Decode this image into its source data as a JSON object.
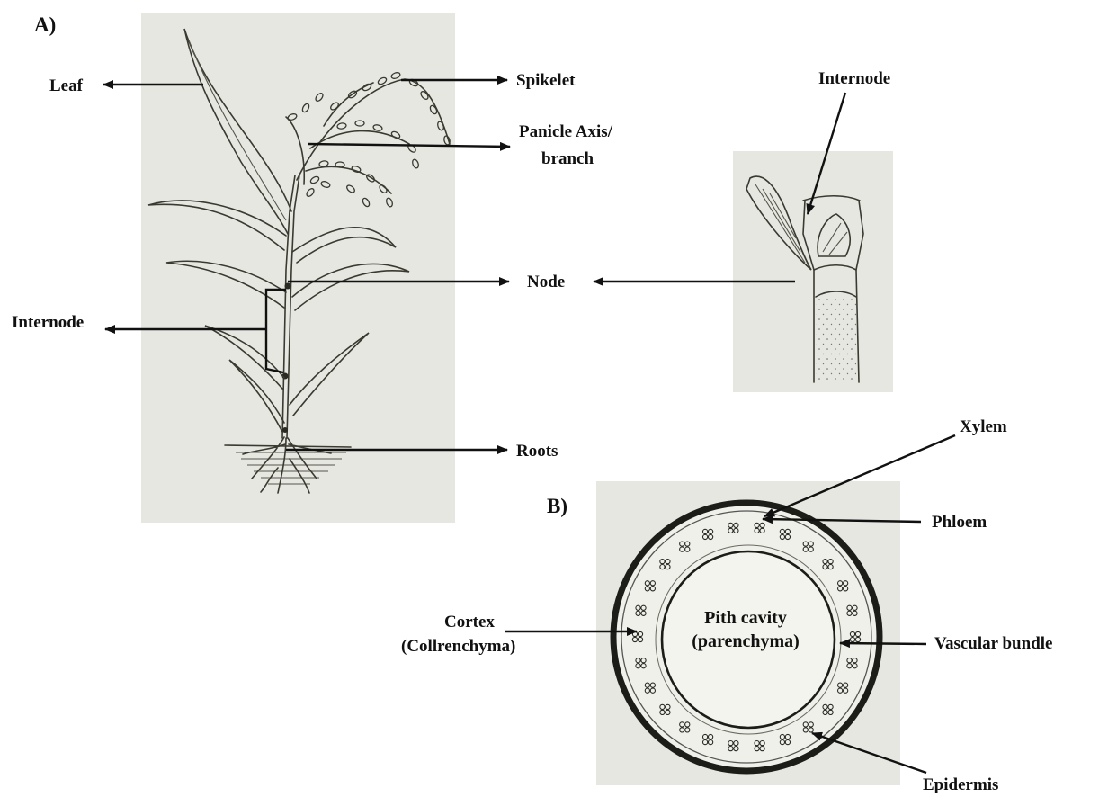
{
  "panels": {
    "a": "A)",
    "b": "B)"
  },
  "labels": {
    "leaf": "Leaf",
    "spikelet": "Spikelet",
    "panicle_line1": "Panicle Axis/",
    "panicle_line2": "branch",
    "internode_left": "Internode",
    "internode_right": "Internode",
    "node": "Node",
    "roots": "Roots",
    "xylem": "Xylem",
    "phloem": "Phloem",
    "cortex_line1": "Cortex",
    "cortex_line2": "(Collrenchyma)",
    "pith_line1": "Pith cavity",
    "pith_line2": "(parenchyma)",
    "vascular_bundle": "Vascular bundle",
    "epidermis": "Epidermis"
  },
  "colors": {
    "paper": "#e6e7e1",
    "ink": "#111111",
    "pencil": "#3a3a30"
  }
}
